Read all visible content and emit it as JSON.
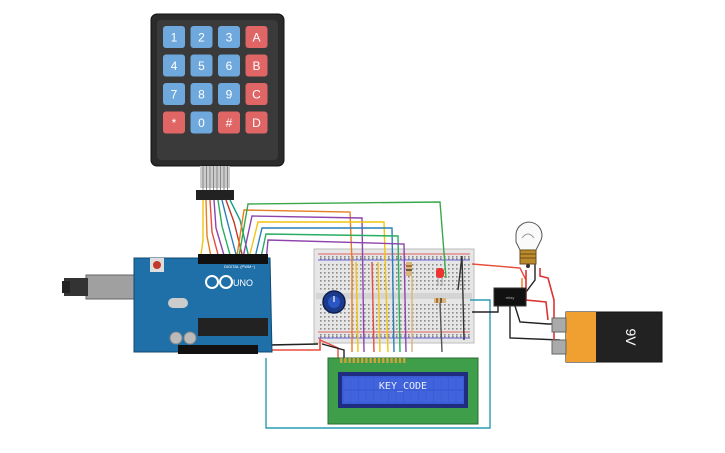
{
  "keypad": {
    "keys": [
      {
        "label": "1",
        "type": "num"
      },
      {
        "label": "2",
        "type": "num"
      },
      {
        "label": "3",
        "type": "num"
      },
      {
        "label": "A",
        "type": "letter"
      },
      {
        "label": "4",
        "type": "num"
      },
      {
        "label": "5",
        "type": "num"
      },
      {
        "label": "6",
        "type": "num"
      },
      {
        "label": "B",
        "type": "letter"
      },
      {
        "label": "7",
        "type": "num"
      },
      {
        "label": "8",
        "type": "num"
      },
      {
        "label": "9",
        "type": "num"
      },
      {
        "label": "C",
        "type": "letter"
      },
      {
        "label": "*",
        "type": "letter"
      },
      {
        "label": "0",
        "type": "num"
      },
      {
        "label": "#",
        "type": "letter"
      },
      {
        "label": "D",
        "type": "letter"
      }
    ]
  },
  "arduino": {
    "brand_label": "UNO",
    "digital_label": "DIGITAL (PWM~)"
  },
  "lcd": {
    "text": "KEY_CODE"
  },
  "relay": {
    "label": "relay"
  },
  "battery": {
    "label": "9V"
  },
  "colors": {
    "key_num": "#6fa8dc",
    "key_letter": "#e06666",
    "board": "#1f6fa8",
    "lcd_frame": "#3e9e4a",
    "lcd_screen": "#3a5cd6",
    "battery_body": "#222222",
    "battery_cap": "#f0a030"
  }
}
